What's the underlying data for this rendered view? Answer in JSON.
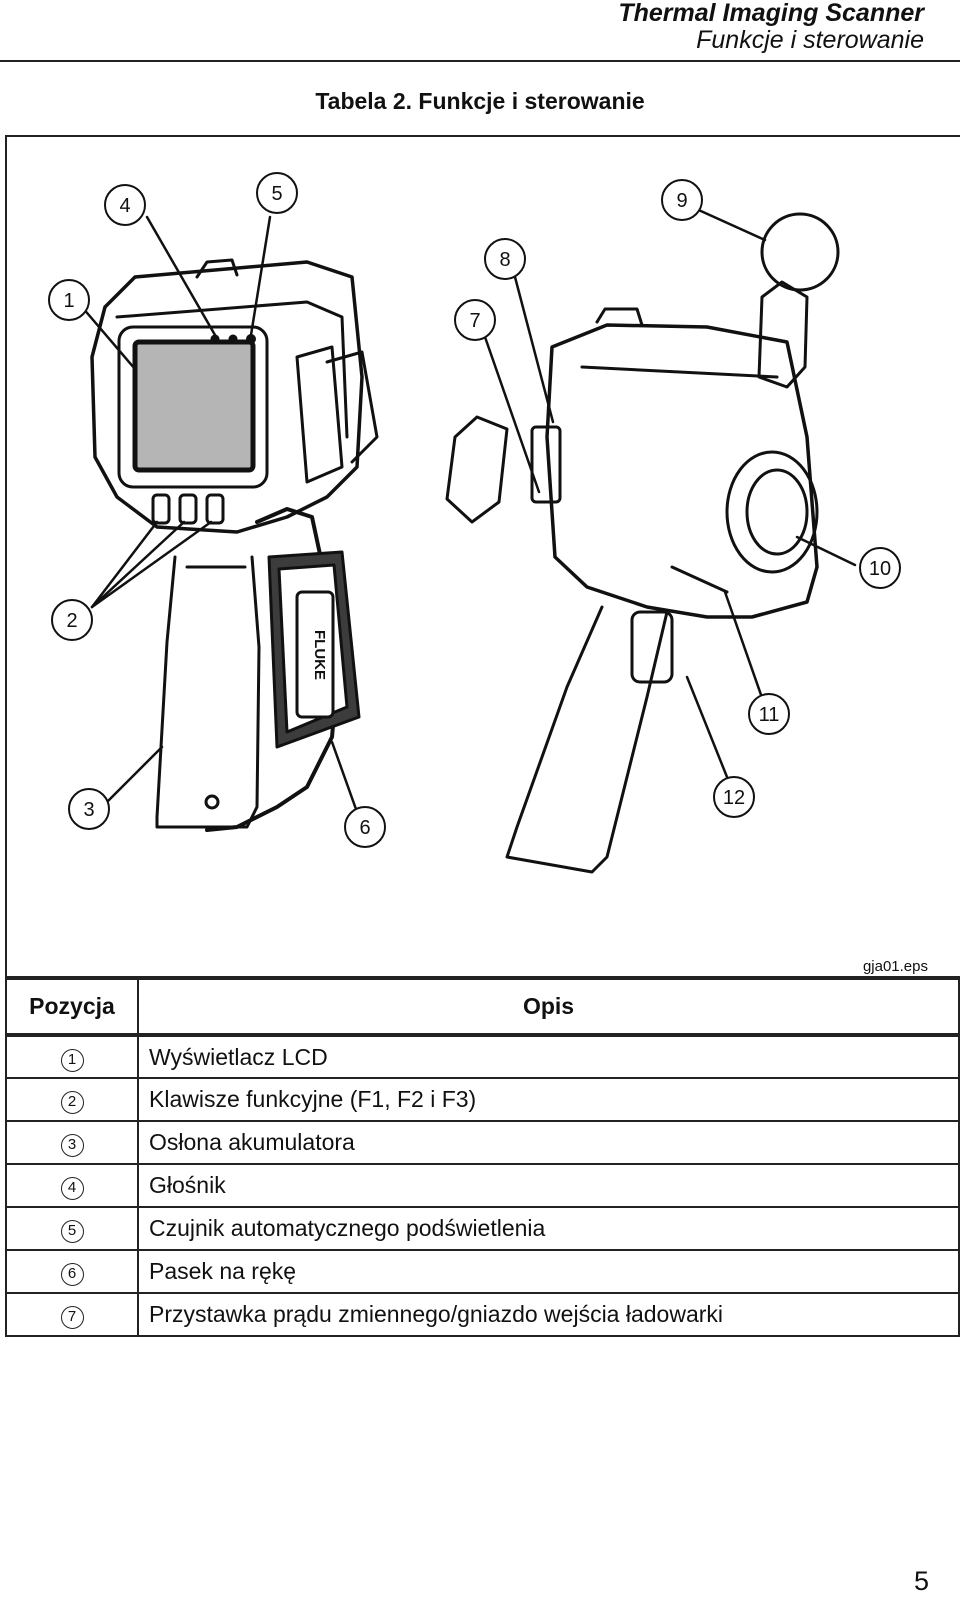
{
  "header": {
    "title": "Thermal Imaging Scanner",
    "subtitle": "Funkcje i sterowanie"
  },
  "table_caption": "Tabela 2. Funkcje i sterowanie",
  "figure": {
    "file_label": "gja01.eps",
    "brand_logo": "FLUKE",
    "callouts": [
      "1",
      "2",
      "3",
      "4",
      "5",
      "6",
      "7",
      "8",
      "9",
      "10",
      "11",
      "12"
    ]
  },
  "table": {
    "headers": {
      "position": "Pozycja",
      "description": "Opis"
    },
    "rows": [
      {
        "num": "1",
        "desc": "Wyświetlacz LCD"
      },
      {
        "num": "2",
        "desc": "Klawisze funkcyjne (F1, F2 i F3)"
      },
      {
        "num": "3",
        "desc": "Osłona akumulatora"
      },
      {
        "num": "4",
        "desc": "Głośnik"
      },
      {
        "num": "5",
        "desc": "Czujnik automatycznego podświetlenia"
      },
      {
        "num": "6",
        "desc": "Pasek na rękę"
      },
      {
        "num": "7",
        "desc": "Przystawka prądu zmiennego/gniazdo wejścia ładowarki"
      }
    ]
  },
  "page_number": "5"
}
